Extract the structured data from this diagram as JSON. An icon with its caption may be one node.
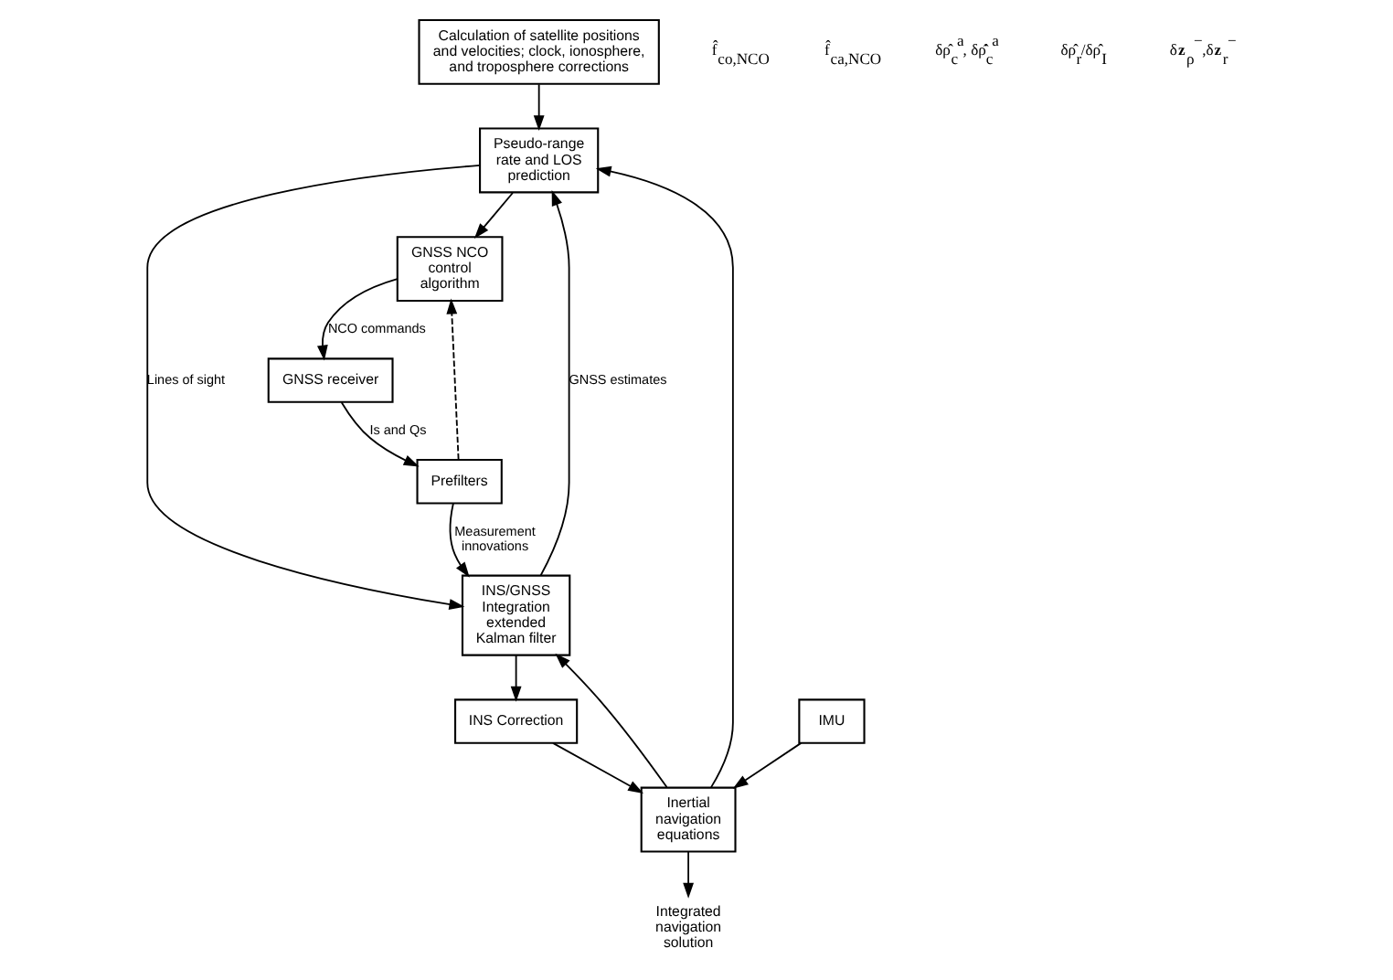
{
  "diagram": {
    "nodes": [
      {
        "text": [
          "Calculation of satellite positions and velocities; clock, ionosphere, and troposphere corrections"
        ]
      },
      {
        "text": [
          "IMU"
        ]
      },
      {
        "text": [
          "GNSS receiver"
        ]
      },
      {
        "text": [
          "GNSS NCO control algorithm"
        ]
      },
      {
        "text": [
          "Pseudo-range rate and LOS prediction"
        ]
      },
      {
        "text": [
          "Inertial navigation equations"
        ]
      },
      {
        "text": [
          "Prefilters"
        ]
      },
      {
        "text": [
          "INS/GNSS Integration extended Kalman filter"
        ]
      },
      {
        "text": [
          "INS Correction"
        ]
      },
      {
        "text": [
          "Integrated navigation solution"
        ]
      }
    ],
    "edges": [
      {
        "from": 0,
        "to": 4,
        "arrow": "to"
      },
      {
        "from": 1,
        "to": 5,
        "arrow": "to"
      },
      {
        "from": 5,
        "to": 4,
        "arrow": "to"
      },
      {
        "from": 4,
        "to": 3,
        "arrow": "to"
      },
      {
        "from": 3,
        "to": 2,
        "arrow": "to",
        "label": "NCO commands"
      },
      {
        "from": 2,
        "to": 6,
        "arrow": "to",
        "label": "Is and Qs"
      },
      {
        "from": 6,
        "to": 3,
        "arrow": "to",
        "style": "dashed"
      },
      {
        "from": 6,
        "to": 7,
        "arrow": "to",
        "label": "Measurement innovations"
      },
      {
        "from": 4,
        "to": 7,
        "arrow": "to",
        "label": "Lines of sight"
      },
      {
        "from": 7,
        "to": 4,
        "arrow": "to",
        "label": "GNSS estimates"
      },
      {
        "from": 7,
        "to": 8,
        "arrow": "to"
      },
      {
        "from": 8,
        "to": 5,
        "arrow": "to"
      },
      {
        "from": 5,
        "to": 7,
        "arrow": "to"
      },
      {
        "from": 5,
        "to": 9,
        "arrow": "to"
      }
    ],
    "labels": [
      "f̂$_{co,NCO}$",
      "f̂$_{ca,NCO}$",
      "δρ̂$_{c}$$^{a}$, δρ̂̇$_{c}$$^{a}$",
      "δρ̂$_{r}$/δρ̂$_{I}$",
      "δ**z**$_{ρ}$$^{−}$,δ**z**$_{r}$$^{−}$"
    ]
  }
}
